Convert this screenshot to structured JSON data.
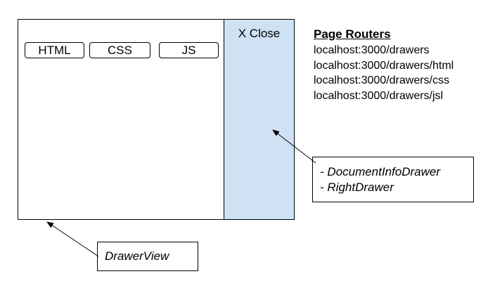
{
  "tabs": [
    {
      "label": "HTML"
    },
    {
      "label": "CSS"
    },
    {
      "label": "JS"
    }
  ],
  "right_drawer": {
    "close_label": "X Close",
    "fill_color": "#cfe2f3"
  },
  "page_routers": {
    "title": "Page Routers",
    "routes": [
      "localhost:3000/drawers",
      "localhost:3000/drawers/html",
      "localhost:3000/drawers/css",
      "localhost:3000/drawers/jsl"
    ]
  },
  "callouts": {
    "drawers": [
      "- DocumentInfoDrawer",
      "- RightDrawer"
    ],
    "view": "DrawerView"
  }
}
